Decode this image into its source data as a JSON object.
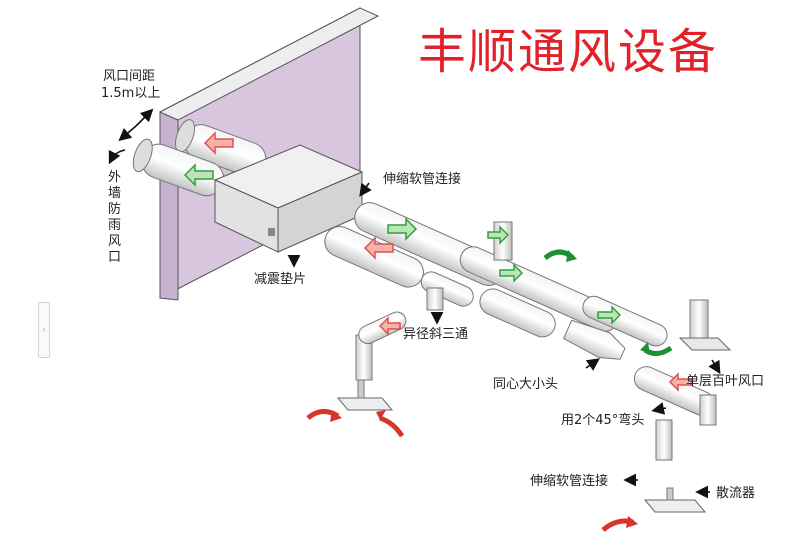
{
  "title": "丰顺通风设备",
  "labels": {
    "vent_gap": "风口间距",
    "vent_gap_value": "1.5m以上",
    "outer_wall_vent": "外墙防雨风口",
    "flex_duct_top": "伸缩软管连接",
    "damper_pad": "减震垫片",
    "reducer_tee": "异径斜三通",
    "reducer": "同心大小头",
    "single_louver": "单层百叶风口",
    "elbow_45": "用2个45°弯头",
    "flex_duct_bottom": "伸缩软管连接",
    "diffuser": "散流器"
  },
  "colors": {
    "title": "#e1222a",
    "wall": "#d8c5de",
    "arrow_red": "#e05050",
    "arrow_green": "#2aa33a",
    "swirl_red": "#d8342a",
    "swirl_green": "#1f8f34"
  },
  "icons": {
    "side_tab": "chevron-left-icon"
  }
}
